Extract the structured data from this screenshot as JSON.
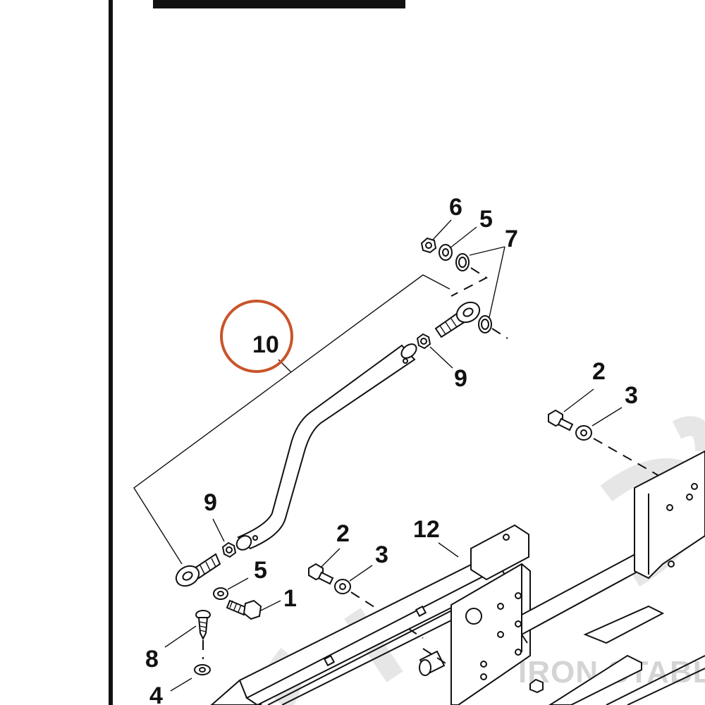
{
  "diagram": {
    "highlight_color": "#c8552a",
    "line_color": "#111111",
    "watermark": {
      "text": "IRON STABLE",
      "color": "#d4d4d4"
    },
    "callouts": {
      "c1": "1",
      "c2a": "2",
      "c2b": "2",
      "c3a": "3",
      "c3b": "3",
      "c4": "4",
      "c5a": "5",
      "c5b": "5",
      "c6": "6",
      "c7": "7",
      "c8": "8",
      "c9a": "9",
      "c9b": "9",
      "c10": "10",
      "c12": "12"
    },
    "highlighted_callout": "10"
  }
}
